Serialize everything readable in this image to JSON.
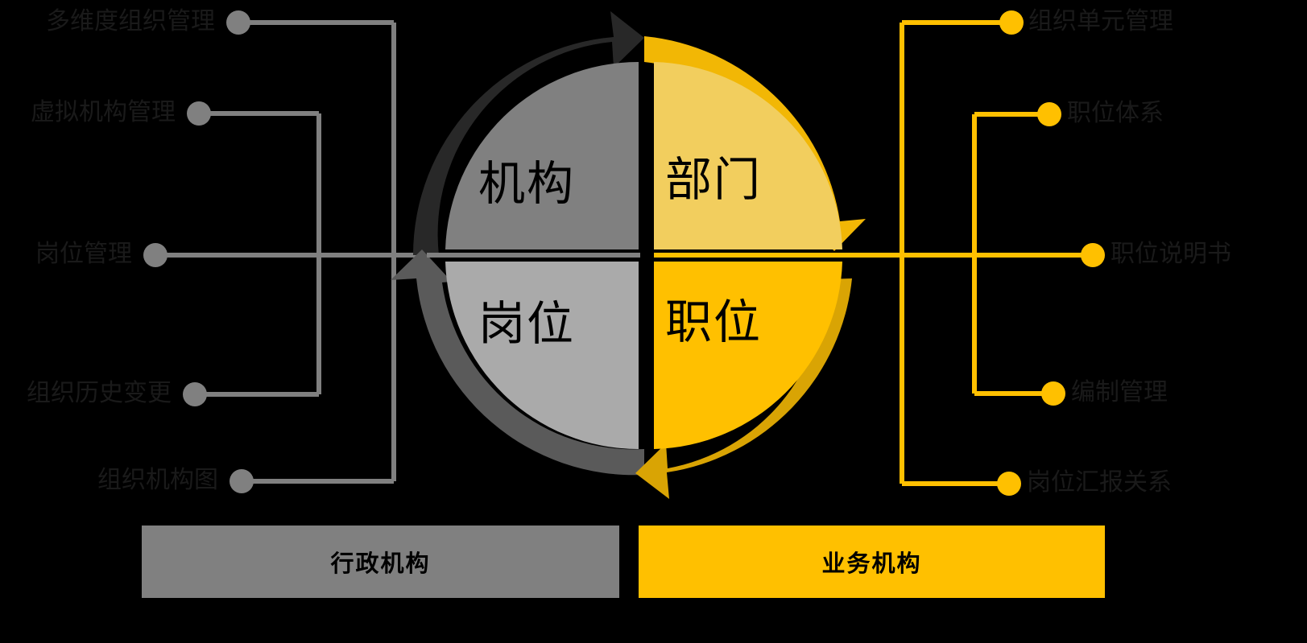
{
  "diagram": {
    "title_quadrants": [
      {
        "key": "org",
        "label": "机构",
        "side": "left",
        "position": "top",
        "color": "#808080"
      },
      {
        "key": "dept",
        "label": "部门",
        "side": "right",
        "position": "top",
        "color": "#F2CE5E"
      },
      {
        "key": "post",
        "label": "岗位",
        "side": "left",
        "position": "bottom",
        "color": "#AAAAAA"
      },
      {
        "key": "job",
        "label": "职位",
        "side": "right",
        "position": "bottom",
        "color": "#FFC000"
      }
    ],
    "left_branch": {
      "accent": "#808080",
      "items": [
        {
          "label": "多维度组织管理"
        },
        {
          "label": "虚拟机构管理"
        },
        {
          "label": "岗位管理"
        },
        {
          "label": "组织历史变更"
        },
        {
          "label": "组织机构图"
        }
      ]
    },
    "right_branch": {
      "accent": "#FFC000",
      "items": [
        {
          "label": "组织单元管理"
        },
        {
          "label": "职位体系"
        },
        {
          "label": "职位说明书"
        },
        {
          "label": "编制管理"
        },
        {
          "label": "岗位汇报关系"
        }
      ]
    },
    "footer": {
      "left": {
        "label": "行政机构",
        "color": "#808080"
      },
      "right": {
        "label": "业务机构",
        "color": "#FFC000"
      }
    },
    "arrows": {
      "gray_arrow_color": "#282828",
      "gray_arrow_color_bottom": "#5A5A5A",
      "yellow_arrow_color": "#F2B705",
      "yellow_arrow_color_bottom": "#D9A404"
    },
    "background": "#000000"
  }
}
